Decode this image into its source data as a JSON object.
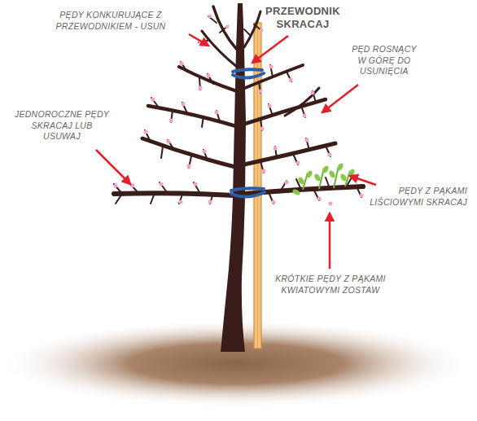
{
  "diagram": {
    "labels": [
      "PĘDY KONKURUJĄCE Z PRZEWODNIKIEM - USUŃ",
      "PRZEWODNIK SKRACAJ",
      "PĘD ROSNĄCY W GÓRĘ DO USUNIĘCIA",
      "JEDNOROCZNE PĘDY SKRACAJ LUB USUWAJ",
      "PĘDY Z PĄKAMI LIŚCIOWYMI SKRACAJ",
      "KRÓTKIE PĘDY Z PĄKAMI KWIATOWYMI ZOSTAW"
    ]
  }
}
